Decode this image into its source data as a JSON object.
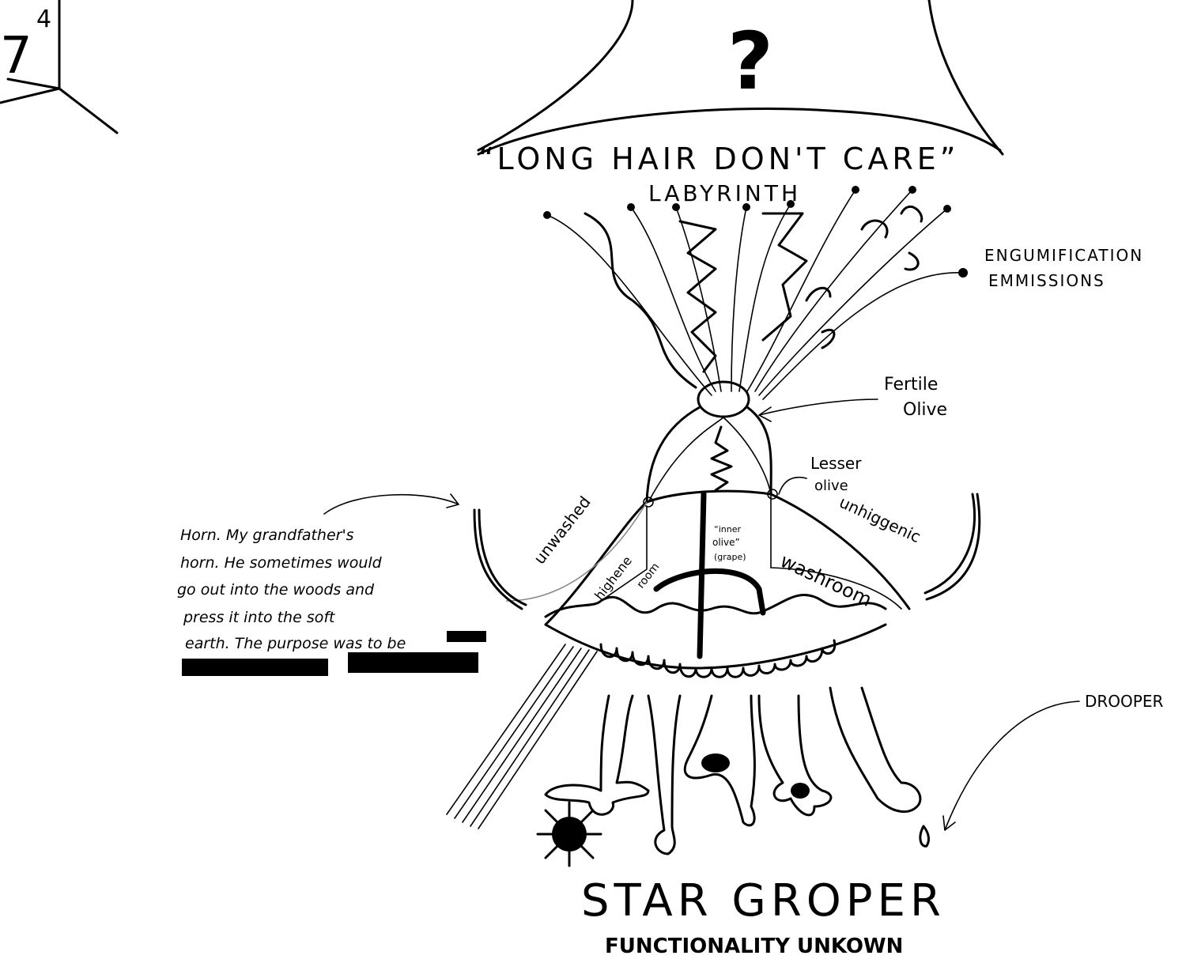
{
  "corner_label": "7",
  "corner_exponent": "4",
  "question_mark": "?",
  "title_quote": "“LONG HAIR DON'T CARE”",
  "labyrinth_label": "LABYRINTH",
  "engumification": {
    "line1": "ENGUMIFICATION",
    "line2": "EMMISSIONS"
  },
  "fertile_olive": {
    "line1": "Fertile",
    "line2": "Olive"
  },
  "lesser_olive": {
    "line1": "Lesser",
    "line2": "olive"
  },
  "unwashed_label": "unwashed",
  "highene_room": {
    "line1": "highene",
    "line2": "room"
  },
  "inner_olive": {
    "line1": "“inner",
    "line2": "olive”",
    "line3": "(grape)"
  },
  "unhiggenic_washroom": {
    "line1": "unhiggenic",
    "line2": "washroom"
  },
  "horn_note": {
    "lines": [
      "Horn. My grandfather's",
      "horn. He sometimes would",
      "go out into the woods and",
      "press it into the soft",
      "earth. The purpose was to be"
    ]
  },
  "drooper_label": "DROOPER",
  "title": "STAR GROPER",
  "subtitle": "FUNCTIONALITY UNKOWN"
}
